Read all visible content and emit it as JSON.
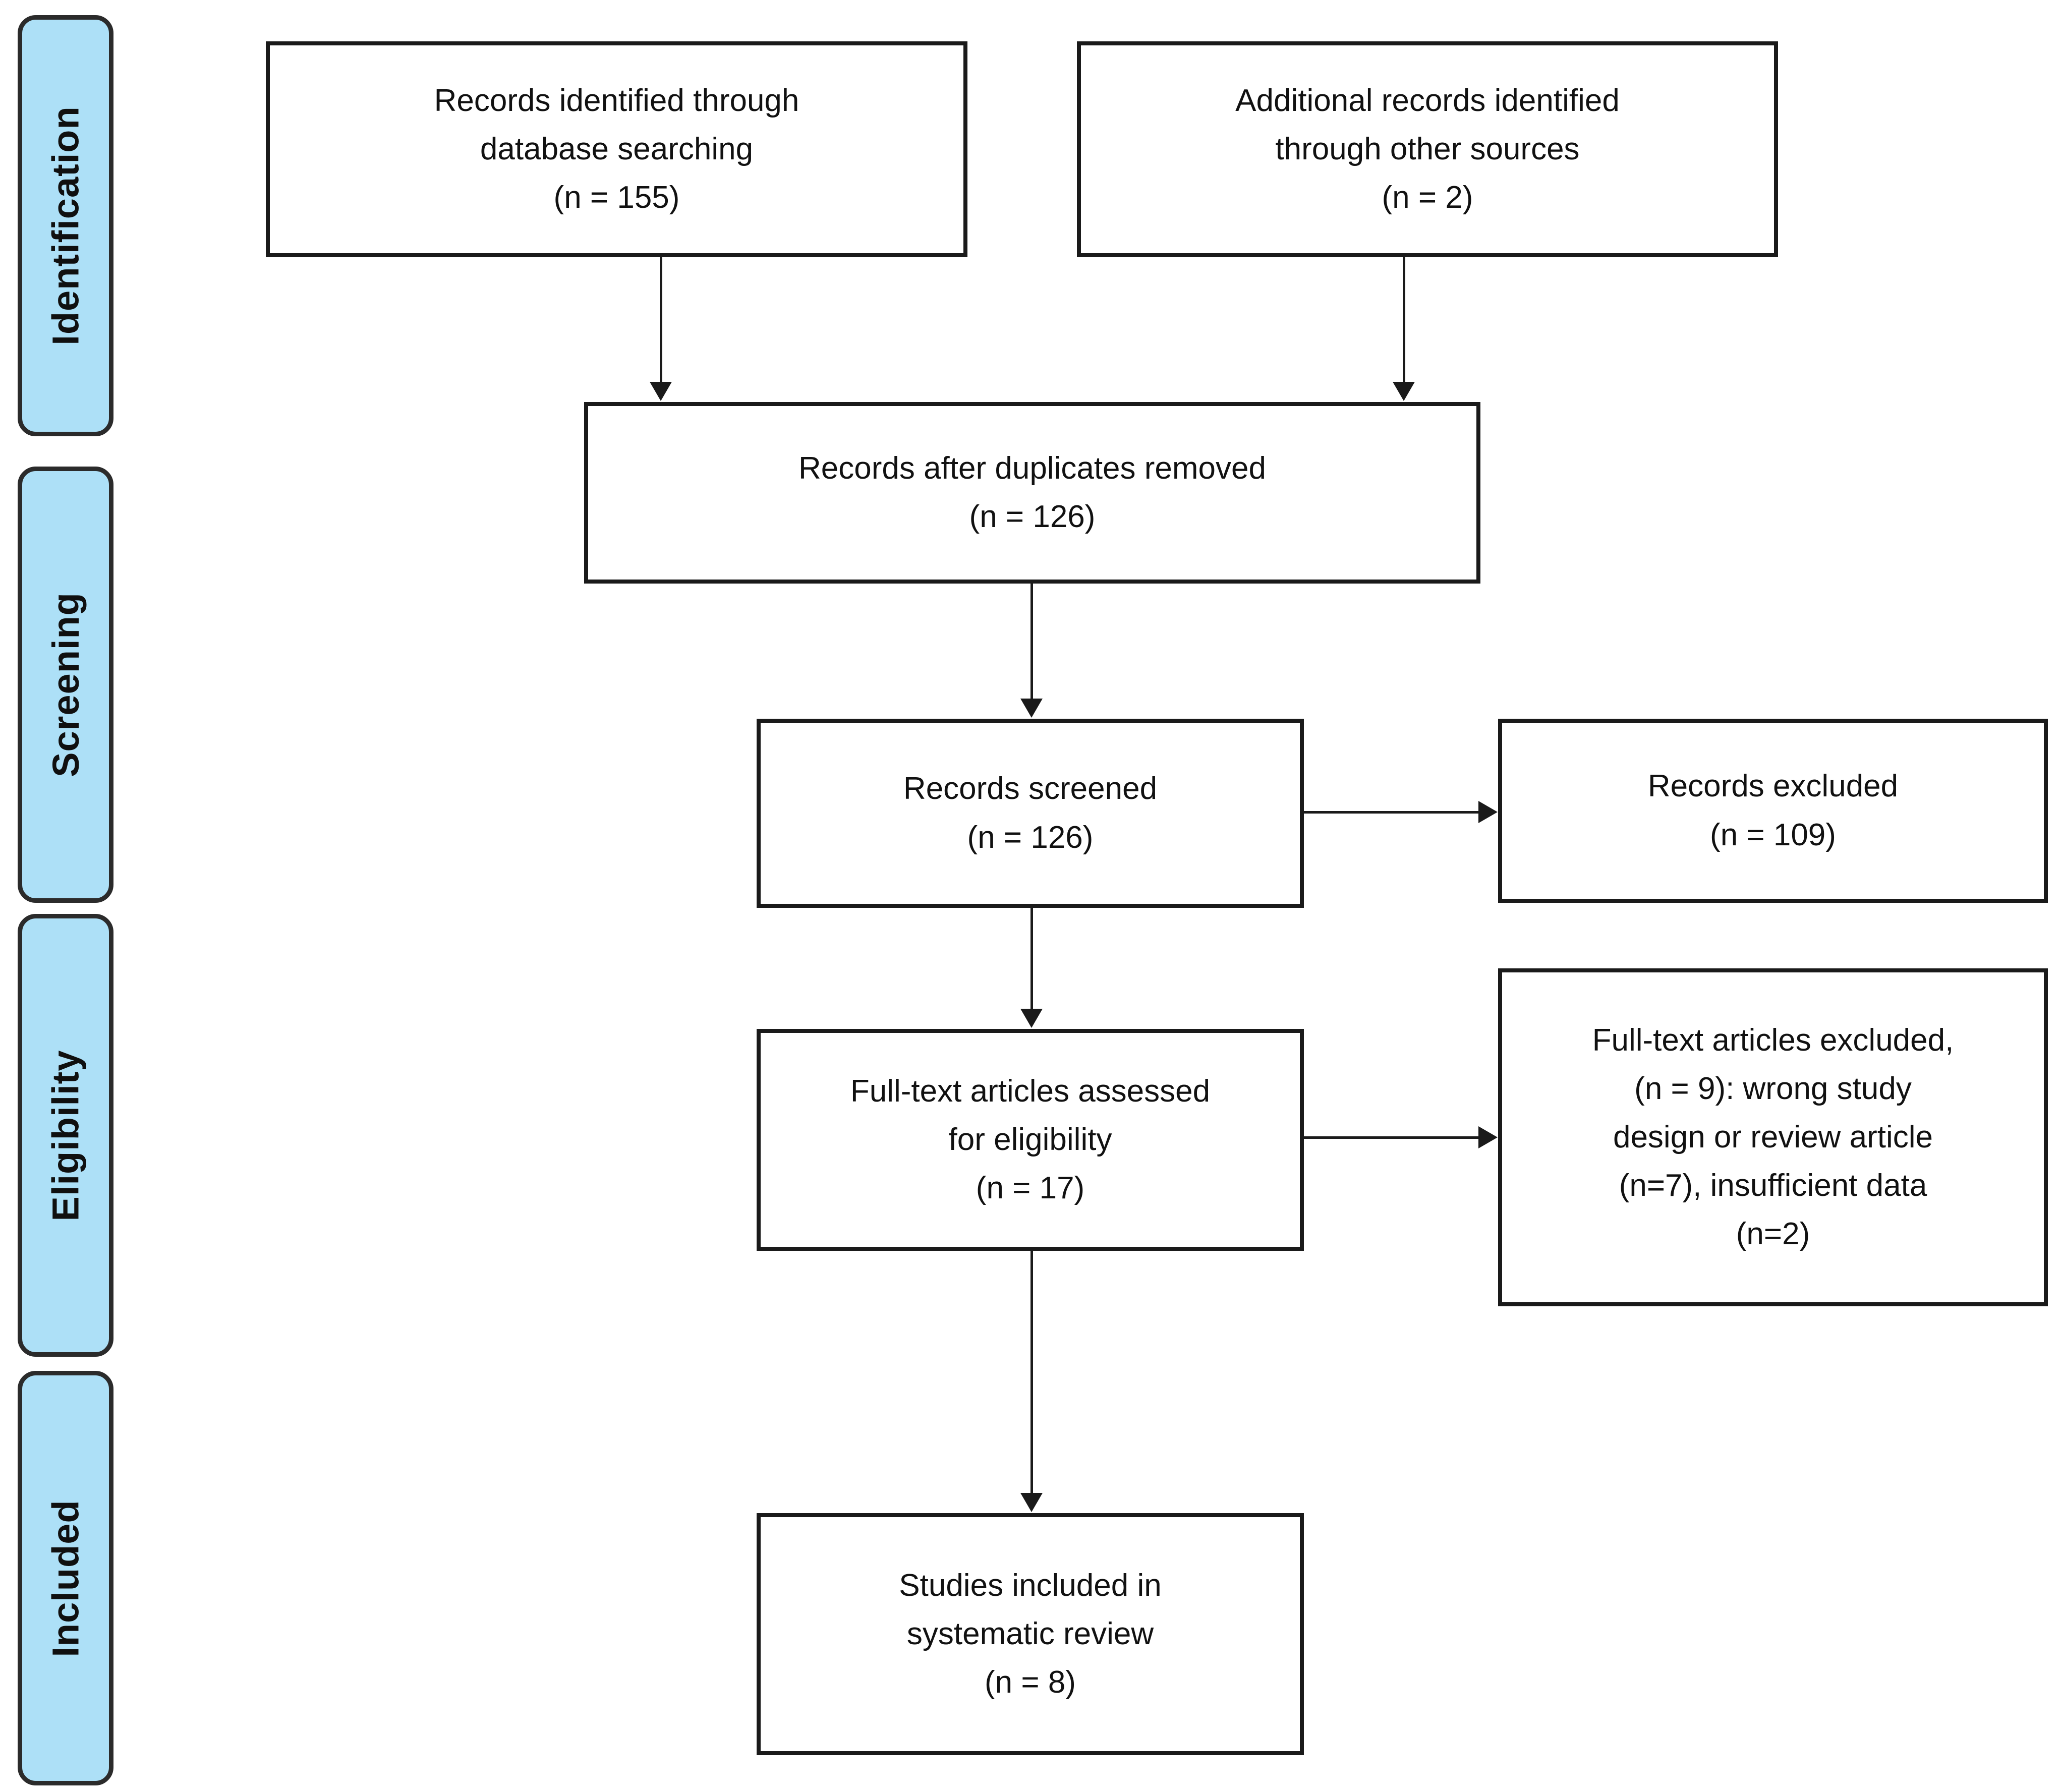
{
  "diagram": {
    "type": "prisma-flow-diagram",
    "title": "PRISMA flow diagram",
    "accent_color": "#ADE0F7",
    "border_color": "#1a1a1a",
    "text_color": "#111111"
  },
  "stages": [
    {
      "id": "identification",
      "label": "Identification"
    },
    {
      "id": "screening",
      "label": "Screening"
    },
    {
      "id": "eligibility",
      "label": "Eligibility"
    },
    {
      "id": "included",
      "label": "Included"
    }
  ],
  "boxes": {
    "db_search": {
      "lines": [
        "Records identified through",
        "database searching",
        "(n = 155)"
      ],
      "count": 155
    },
    "other_sources": {
      "lines": [
        "Additional records identified",
        "through other sources",
        "(n = 2)"
      ],
      "count": 2
    },
    "duplicates_removed": {
      "lines": [
        "Records after duplicates removed",
        "(n = 126)"
      ],
      "count": 126
    },
    "records_screened": {
      "lines": [
        "Records screened",
        "(n = 126)"
      ],
      "count": 126
    },
    "records_excluded": {
      "lines": [
        "Records excluded",
        "(n = 109)"
      ],
      "count": 109
    },
    "fulltext_assessed": {
      "lines": [
        "Full-text articles assessed",
        "for eligibility",
        "(n = 17)"
      ],
      "count": 17
    },
    "fulltext_excluded": {
      "lines": [
        "Full-text articles excluded,",
        "(n = 9): wrong study",
        "design or review article",
        "(n=7), insufficient data",
        "(n=2)"
      ],
      "count": 9,
      "reasons": [
        {
          "reason": "wrong study design or review article",
          "count": 7
        },
        {
          "reason": "insufficient data",
          "count": 2
        }
      ]
    },
    "studies_included": {
      "lines": [
        "Studies included in",
        "systematic review",
        "(n = 8)"
      ],
      "count": 8
    }
  }
}
